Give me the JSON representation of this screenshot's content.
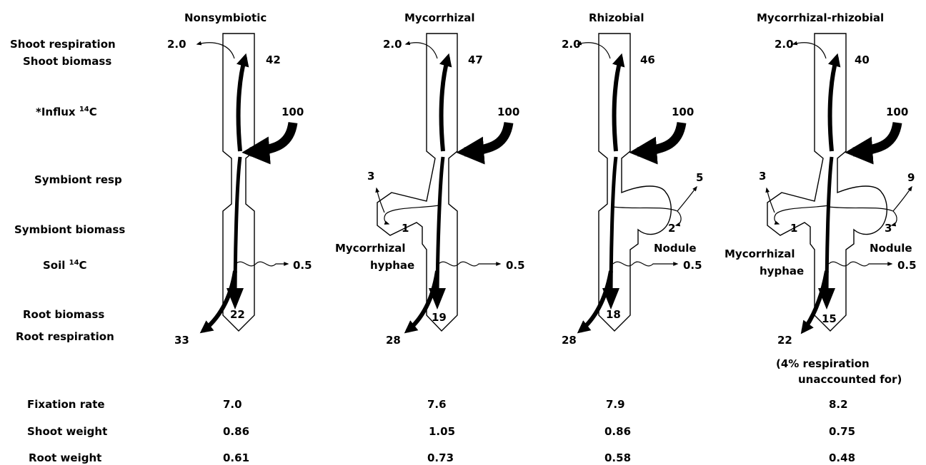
{
  "headers": [
    "Nonsymbiotic",
    "Mycorrhizal",
    "Rhizobial",
    "Mycorrhizal-rhizobial"
  ],
  "row_labels": {
    "shoot_respiration": "Shoot respiration",
    "shoot_biomass": "Shoot biomass",
    "influx_prefix": "*Influx ",
    "influx_sup": "14",
    "influx_suffix": "C",
    "symbiont_resp": "Symbiont resp",
    "symbiont_biomass": "Symbiont biomass",
    "soil_prefix": "Soil ",
    "soil_sup": "14",
    "soil_suffix": "C",
    "root_biomass": "Root biomass",
    "root_respiration": "Root respiration"
  },
  "panels": [
    {
      "shoot_resp": "2.0",
      "shoot_biomass": "42",
      "influx": "100",
      "soil": "0.5",
      "root_biomass": "22",
      "root_resp": "33"
    },
    {
      "shoot_resp": "2.0",
      "shoot_biomass": "47",
      "influx": "100",
      "myc_resp": "3",
      "myc_biomass": "1",
      "myc_label_1": "Mycorrhizal",
      "myc_label_2": "hyphae",
      "soil": "0.5",
      "root_biomass": "19",
      "root_resp": "28"
    },
    {
      "shoot_resp": "2.0",
      "shoot_biomass": "46",
      "influx": "100",
      "nod_resp": "5",
      "nod_biomass": "2",
      "nod_label": "Nodule",
      "soil": "0.5",
      "root_biomass": "18",
      "root_resp": "28"
    },
    {
      "shoot_resp": "2.0",
      "shoot_biomass": "40",
      "influx": "100",
      "myc_resp": "3",
      "myc_biomass": "1",
      "myc_label_1": "Mycorrhizal",
      "myc_label_2": "hyphae",
      "nod_resp": "9",
      "nod_biomass": "3",
      "nod_label": "Nodule",
      "soil": "0.5",
      "root_biomass": "15",
      "root_resp": "22"
    }
  ],
  "note_line1": "(4% respiration",
  "note_line2": "unaccounted for)",
  "table": {
    "labels": [
      "Fixation rate",
      "Shoot weight",
      "Root weight"
    ],
    "rows": [
      [
        "7.0",
        "7.6",
        "7.9",
        "8.2"
      ],
      [
        "0.86",
        "1.05",
        "0.86",
        "0.75"
      ],
      [
        "0.61",
        "0.73",
        "0.58",
        "0.48"
      ]
    ]
  }
}
